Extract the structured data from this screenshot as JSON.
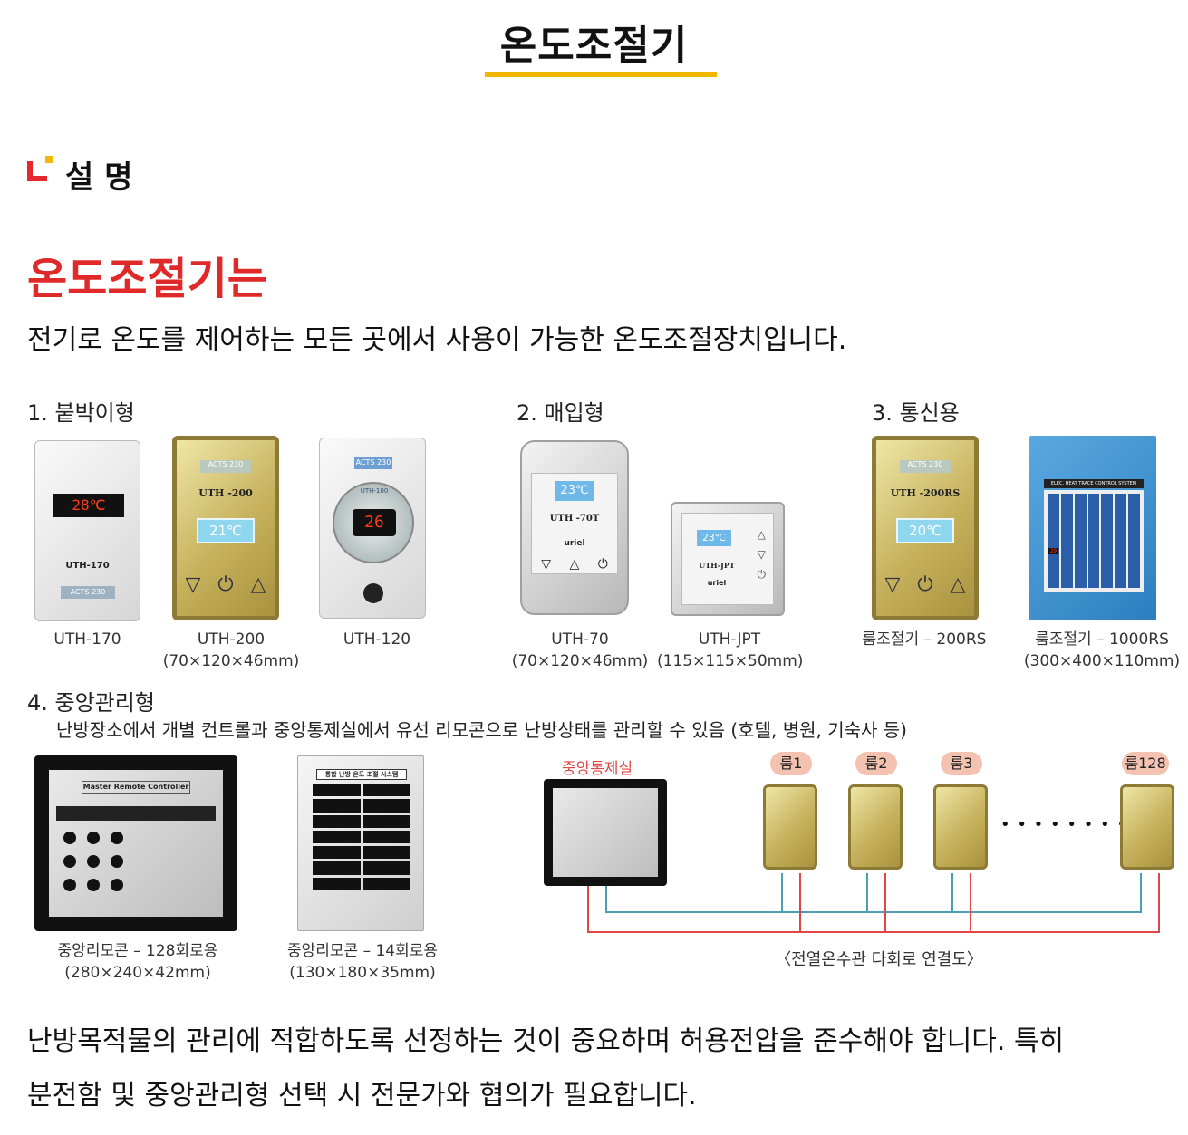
{
  "page": {
    "title": "온도조절기",
    "section_title": "설 명",
    "headline": "온도조절기는",
    "subline": "전기로 온도를 제어하는 모든 곳에서 사용이 가능한 온도조절장치입니다."
  },
  "categories": {
    "c1": "1. 붙박이형",
    "c2": "2. 매입형",
    "c3": "3. 통신용",
    "c4": "4. 중앙관리형",
    "c4_desc": "난방장소에서 개별 컨트롤과 중앙통제실에서 유선 리모콘으로 난방상태를 관리할 수 있음 (호텔, 병원, 기숙사 등)"
  },
  "products": [
    {
      "name": "UTH-170",
      "size": "",
      "screen_text": "28℃",
      "panel_model": "UTH-170",
      "brand": "ACTS 230"
    },
    {
      "name": "UTH-200",
      "size": "(70×120×46mm)",
      "screen_text": "21℃",
      "panel_model": "UTH -200",
      "brand": "ACTS 230"
    },
    {
      "name": "UTH-120",
      "size": "",
      "screen_text": "26",
      "panel_model": "UTH-100",
      "brand": "ACTS 230"
    },
    {
      "name": "UTH-70",
      "size": "(70×120×46mm)",
      "screen_text": "23℃",
      "panel_model": "UTH -70T",
      "brand": "uriel"
    },
    {
      "name": "UTH-JPT",
      "size": "(115×115×50mm)",
      "screen_text": "23℃",
      "panel_model": "UTH-JPT",
      "brand": "uriel"
    },
    {
      "name": "룸조절기 – 200RS",
      "size": "",
      "screen_text": "20℃",
      "panel_model": "UTH -200RS",
      "brand": "ACTS 230"
    },
    {
      "name": "룸조절기 – 1000RS",
      "size": "(300×400×110mm)",
      "screen_text": "29",
      "panel_model": "ELEC. HEAT TRACE CONTROL SYSTEM",
      "brand": ""
    }
  ],
  "remotes": [
    {
      "name": "중앙리모콘 – 128회로용",
      "size": "(280×240×42mm)",
      "panel_title": "Master Remote Controller"
    },
    {
      "name": "중앙리모콘 – 14회로용",
      "size": "(130×180×35mm)",
      "panel_title": "통합 난방 온도 조절 시스템"
    }
  ],
  "diagram": {
    "control_room": "중앙통제실",
    "rooms": [
      "룸1",
      "룸2",
      "룸3",
      "룸128"
    ],
    "caption": "〈전열온수관 다회로 연결도〉",
    "ellipsis": "• • • • • • • •"
  },
  "closing": {
    "line1": "난방목적물의 관리에 적합하도록 선정하는 것이 중요하며 허용전압을 준수해야 합니다. 특히",
    "line2": "분전함 및 중앙관리형 선택 시 전문가와 협의가 필요합니다."
  },
  "colors": {
    "accent_yellow": "#f2b705",
    "accent_red": "#e02a2a",
    "wire_blue": "#4a9fb3",
    "wire_red": "#e04848"
  }
}
